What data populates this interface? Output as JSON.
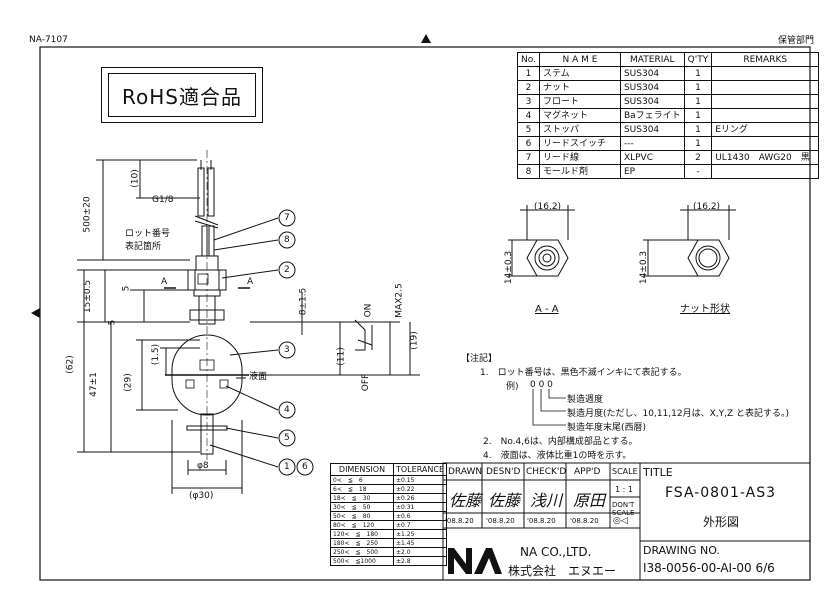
{
  "header": {
    "doc_code": "NA-7107",
    "storage_stamp": "保管部門"
  },
  "rohs_label": "RoHS適合品",
  "parts_table": {
    "headers": [
      "No.",
      "N A M E",
      "MATERIAL",
      "Q'TY",
      "REMARKS"
    ],
    "rows": [
      [
        "1",
        "ステム",
        "SUS304",
        "1",
        ""
      ],
      [
        "2",
        "ナット",
        "SUS304",
        "1",
        ""
      ],
      [
        "3",
        "フロート",
        "SUS304",
        "1",
        ""
      ],
      [
        "4",
        "マグネット",
        "Baフェライト",
        "1",
        ""
      ],
      [
        "5",
        "ストッパ",
        "SUS304",
        "1",
        "Eリング"
      ],
      [
        "6",
        "リードスイッチ",
        "---",
        "1",
        ""
      ],
      [
        "7",
        "リード線",
        "XLPVC",
        "2",
        "UL1430　AWG20　黒"
      ],
      [
        "8",
        "モールド剤",
        "EP",
        "-",
        ""
      ]
    ]
  },
  "drawing": {
    "dims": {
      "lead_10": "(10)",
      "lead_500": "500±20",
      "thread": "G1/8",
      "lot_label_1": "ロット番号",
      "lot_label_2": "表記箇所",
      "d15": "15±0.5",
      "d5a": "5",
      "d5b": "5",
      "d62": "(62)",
      "d47": "47±1",
      "d15p": "(1.5)",
      "d29": "(29)",
      "d8": "φ8",
      "d30": "(φ30)",
      "a_left": "A",
      "a_right": "A",
      "d8pm1": "8±1.5",
      "max25": "MAX2.5",
      "d11": "(11)",
      "d19": "(19)",
      "on": "ON",
      "off": "OFF",
      "liquid": "液面"
    },
    "balloons": [
      "7",
      "8",
      "2",
      "3",
      "4",
      "5",
      "1",
      "6"
    ]
  },
  "views": {
    "aa_width": "(16.2)",
    "aa_height": "14±0.3",
    "aa_label": "A - A",
    "nut_width": "(16.2)",
    "nut_height": "14±0.3",
    "nut_label": "ナット形状"
  },
  "notes": {
    "heading": "【注記】",
    "n1": "1.　ロット番号は、黒色不滅インキにて表記する。",
    "ex": "例)",
    "ex_digits": "0 0 0",
    "week": "製造週度",
    "month": "製造月度(ただし、10,11,12月は、X,Y,Z と表記する。)",
    "year": "製造年度末尾(西暦)",
    "n2": "2.　No.4,6は、内部構成部品とする。",
    "n4": "4.　液面は、液体比重1の時を示す。"
  },
  "tolerance_table": {
    "headers": [
      "DIMENSION",
      "TOLERANCE"
    ],
    "rows": [
      [
        "0<　≦　6",
        "±0.15"
      ],
      [
        "6<　≦　18",
        "±0.22"
      ],
      [
        "18<　≦　30",
        "±0.26"
      ],
      [
        "30<　≦　50",
        "±0.31"
      ],
      [
        "50<　≦　80",
        "±0.6"
      ],
      [
        "80<　≦　120",
        "±0.7"
      ],
      [
        "120<　≦　180",
        "±1.25"
      ],
      [
        "180<　≦　250",
        "±1.45"
      ],
      [
        "250<　≦　500",
        "±2.0"
      ],
      [
        "500<　≦1000",
        "±2.8"
      ]
    ]
  },
  "title_block": {
    "drawn": "DRAWN",
    "desnd": "DESN'D",
    "checkd": "CHECK'D",
    "appd": "APP'D",
    "scale": "SCALE",
    "scale_val": "1 : 1",
    "dont_scale": "DON'T SCALE",
    "sig_drawn": "佐藤",
    "sig_desnd": "佐藤",
    "sig_check": "浅川",
    "sig_app": "原田",
    "date1": "'08.8.20",
    "date2": "'08.8.20",
    "date3": "'08.8.20",
    "date4": "'08.8.20",
    "title_lbl": "TITLE",
    "title1": "FSA-0801-AS3",
    "title2": "外形図",
    "company1": "NA CO.,LTD.",
    "company2": "株式会社　エヌエー",
    "drawing_no_lbl": "DRAWING NO.",
    "drawing_no": "I38-0056-00-AI-00 6/6"
  },
  "colors": {
    "ink": "#111111",
    "paper": "#ffffff"
  }
}
